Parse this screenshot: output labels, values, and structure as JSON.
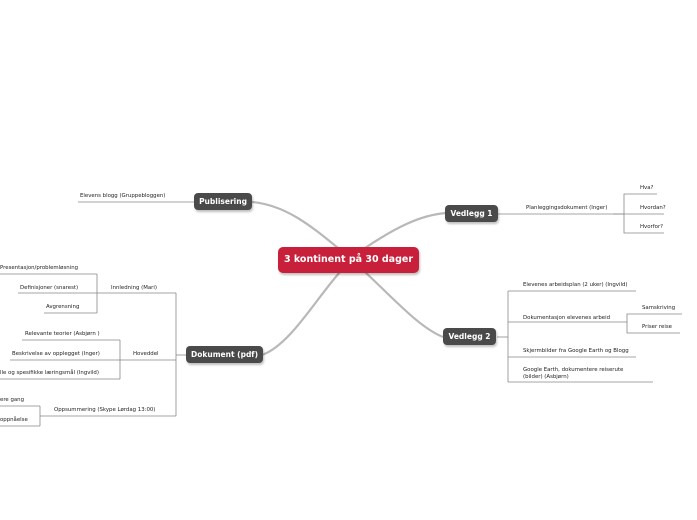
{
  "root": {
    "label": "3 kontinent på 30 dager"
  },
  "branches": {
    "publisering": {
      "label": "Publisering",
      "items": [
        "Elevens blogg (Gruppebloggen)"
      ]
    },
    "vedlegg1": {
      "label": "Vedlegg 1",
      "item": "Planleggingsdokument (Inger)",
      "subitems": [
        "Hva?",
        "Hvordan?",
        "Hvorfor?"
      ]
    },
    "vedlegg2": {
      "label": "Vedlegg 2",
      "items": [
        "Elevenes arbeidsplan (2 uker) (Ingvild)",
        "Dokumentasjon elevenes arbeid",
        "Skjermbilder fra Google Earth og Blogg",
        "Google Earth, dokumentere reiserute",
        "(bilder) (Asbjørn)"
      ],
      "subitems": [
        "Samskriving",
        "Priser reise"
      ]
    },
    "dokument": {
      "label": "Dokument (pdf)",
      "innledning": {
        "label": "Innledning (Mari)",
        "items": [
          "Presentasjon/problemløsning",
          "Definisjoner (snarest)",
          "Avgrensning"
        ]
      },
      "hoveddel": {
        "label": "Hoveddel",
        "items": [
          "Relevante teorier (Asbjørn )",
          "Beskrivelse av opplegget (Inger)",
          "lle og spesifikke læringsmål (Ingvild)"
        ]
      },
      "oppsummering": {
        "label": "Oppsummering (Skype Lørdag 13:00)",
        "items": [
          "ere gang",
          "oppnåelse"
        ]
      }
    }
  },
  "colors": {
    "root": "#c8203a",
    "main": "#4a4a4a",
    "connector": "#b5b5b5",
    "line": "#888888"
  }
}
